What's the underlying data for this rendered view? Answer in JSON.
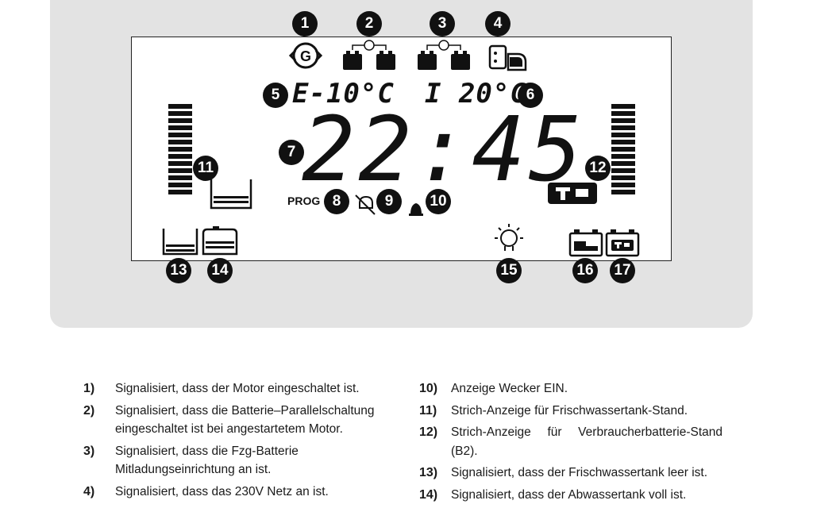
{
  "display": {
    "temp_external": "E-10°C",
    "temp_internal": "I 20°C",
    "clock": "22:45",
    "prog_label": "PROG",
    "badges": [
      "1",
      "2",
      "3",
      "4",
      "5",
      "6",
      "7",
      "8",
      "9",
      "10",
      "11",
      "12",
      "13",
      "14",
      "15",
      "16",
      "17"
    ],
    "icons": [
      "generator-icon",
      "battery-parallel-icon",
      "battery-charging-icon",
      "power-plug-icon",
      "alarm-off-icon",
      "bell-icon",
      "water-tank-icon",
      "water-tank-empty-icon",
      "waste-tank-icon",
      "light-bulb-icon",
      "vehicle-battery-icon",
      "caravan-battery-icon",
      "truck-icon"
    ]
  },
  "legend_left": [
    {
      "num": "1)",
      "text": "Signalisiert, dass der Motor eingeschaltet ist."
    },
    {
      "num": "2)",
      "text": "Signalisiert, dass die Batterie–Parallelschaltung eingeschaltet ist bei angestartetem Motor."
    },
    {
      "num": "3)",
      "text": "Signalisiert, dass die Fzg-Batterie Mitladungseinrichtung an ist."
    },
    {
      "num": "4)",
      "text": "Signalisiert, dass das 230V Netz an ist."
    }
  ],
  "legend_right": [
    {
      "num": "10)",
      "text": "Anzeige Wecker EIN."
    },
    {
      "num": "11)",
      "text": "Strich-Anzeige für Frischwassertank-Stand."
    },
    {
      "num": "12)",
      "text": "Strich-Anzeige für Verbraucherbatterie-Stand (B2)."
    },
    {
      "num": "13)",
      "text": "Signalisiert, dass der Frischwassertank leer ist."
    },
    {
      "num": "14)",
      "text": "Signalisiert, dass der Abwassertank voll ist."
    }
  ]
}
